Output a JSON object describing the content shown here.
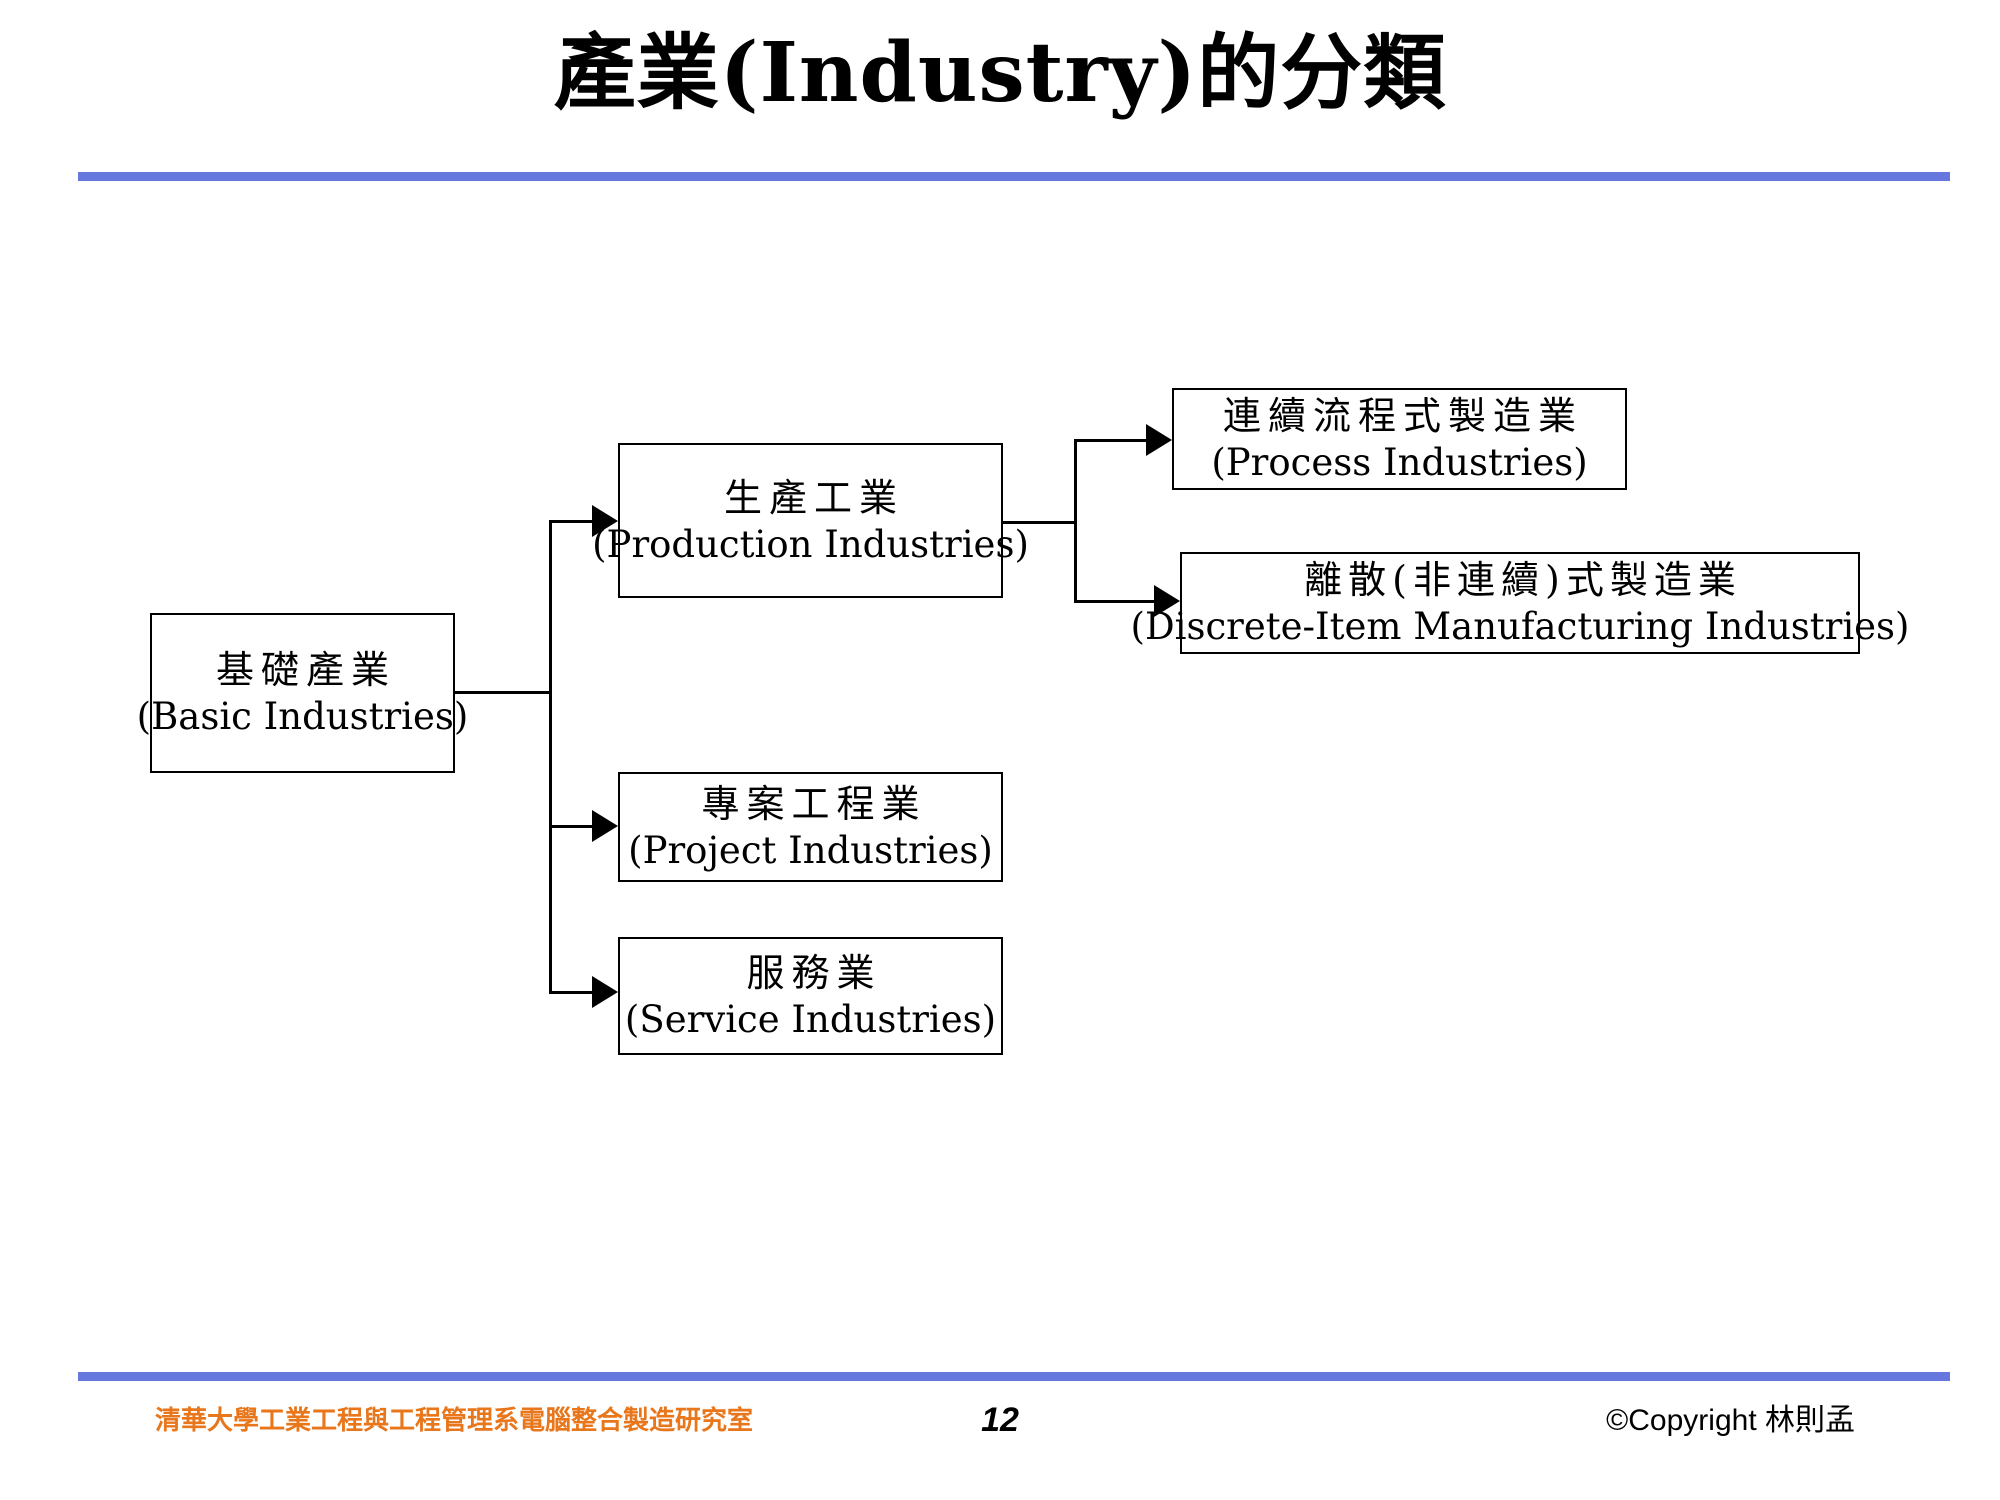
{
  "slide": {
    "title": "產業(Industry)的分類",
    "accent_color": "#6677dd",
    "footer_left_color": "#e8761b"
  },
  "footer": {
    "organization": "清華大學工業工程與工程管理系電腦整合製造研究室",
    "page_number": "12",
    "copyright_prefix": "©Copyright",
    "copyright_name": "林則孟"
  },
  "diagram": {
    "nodes": {
      "basic": {
        "cn": "基礎產業",
        "en": "(Basic Industries)"
      },
      "production": {
        "cn": "生產工業",
        "en": "(Production Industries)"
      },
      "project": {
        "cn": "專案工程業",
        "en": "(Project Industries)"
      },
      "service": {
        "cn": "服務業",
        "en": "(Service Industries)"
      },
      "process": {
        "cn": "連續流程式製造業",
        "en": "(Process Industries)"
      },
      "discrete": {
        "cn": "離散(非連續)式製造業",
        "en": "(Discrete-Item Manufacturing Industries)"
      }
    },
    "edges": [
      {
        "from": "basic",
        "to": "production"
      },
      {
        "from": "basic",
        "to": "project"
      },
      {
        "from": "basic",
        "to": "service"
      },
      {
        "from": "production",
        "to": "process"
      },
      {
        "from": "production",
        "to": "discrete"
      }
    ]
  }
}
